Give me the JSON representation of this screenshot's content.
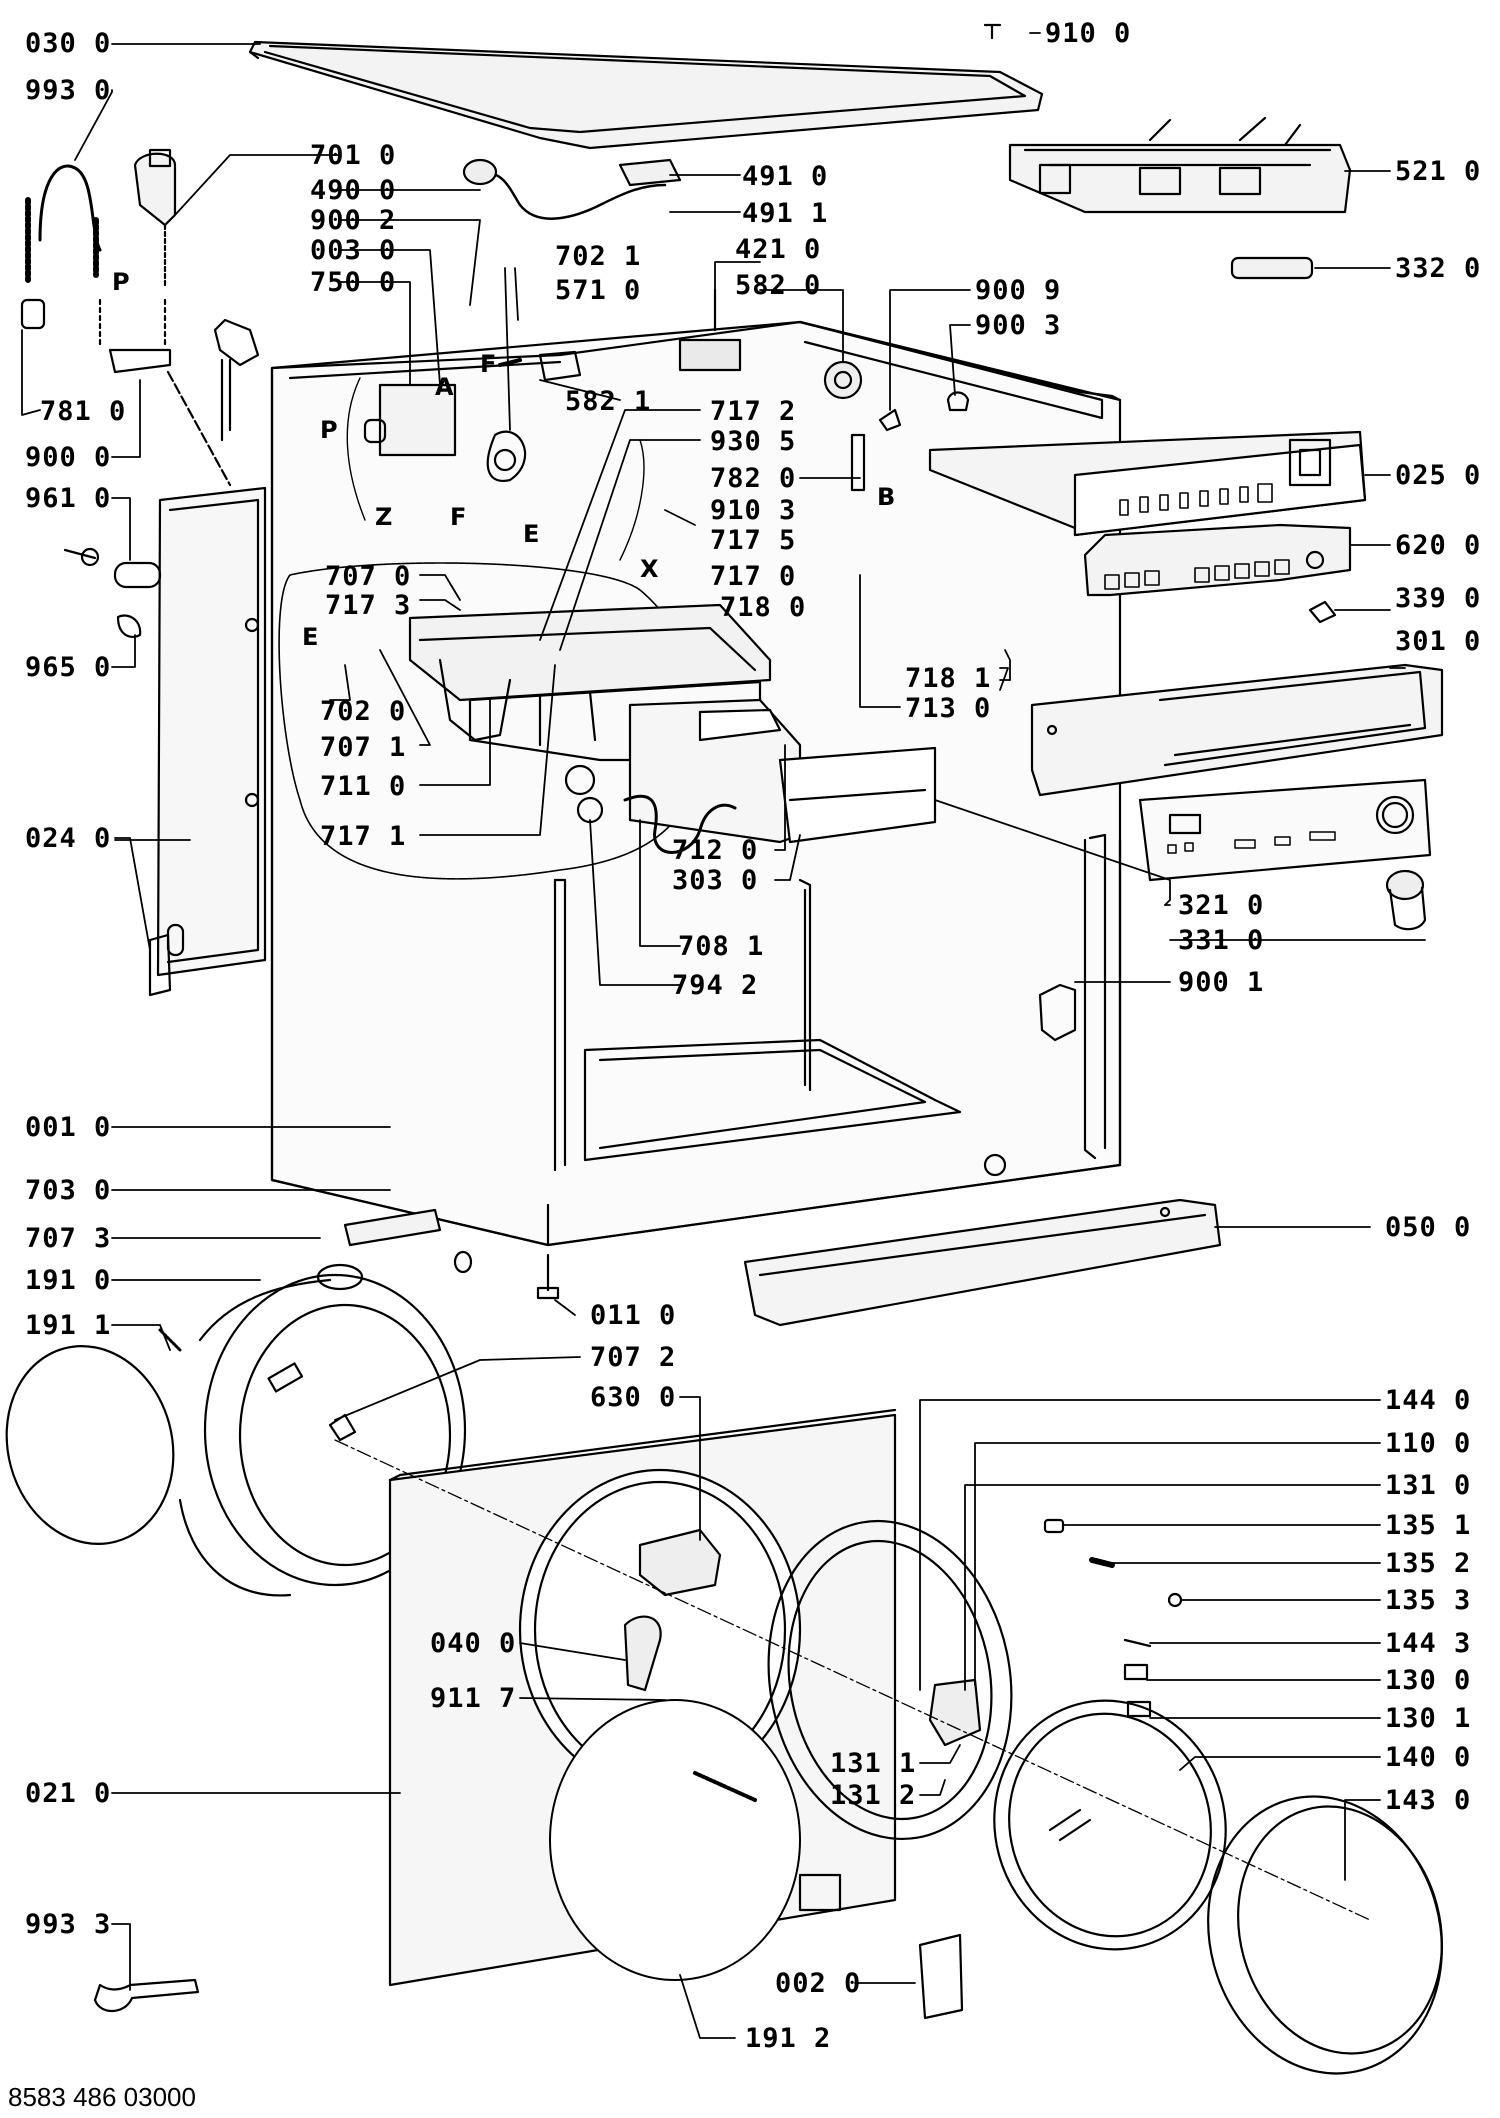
{
  "document_number": "8583 486 03000",
  "left_labels": [
    {
      "key": "030",
      "text": "030 0"
    },
    {
      "key": "993-0",
      "text": "993 0"
    },
    {
      "key": "781",
      "text": "781 0"
    },
    {
      "key": "900-0",
      "text": "900 0"
    },
    {
      "key": "961",
      "text": "961 0"
    },
    {
      "key": "965",
      "text": "965 0"
    },
    {
      "key": "024",
      "text": "024 0"
    },
    {
      "key": "001",
      "text": "001 0"
    },
    {
      "key": "703",
      "text": "703 0"
    },
    {
      "key": "707-3",
      "text": "707 3"
    },
    {
      "key": "191-0",
      "text": "191 0"
    },
    {
      "key": "191-1",
      "text": "191 1"
    },
    {
      "key": "021",
      "text": "021 0"
    },
    {
      "key": "993-3",
      "text": "993 3"
    }
  ],
  "center_labels": [
    {
      "key": "701",
      "text": "701 0"
    },
    {
      "key": "490",
      "text": "490 0"
    },
    {
      "key": "900-2",
      "text": "900 2"
    },
    {
      "key": "003",
      "text": "003 0"
    },
    {
      "key": "750",
      "text": "750 0"
    },
    {
      "key": "702-1",
      "text": "702 1"
    },
    {
      "key": "571",
      "text": "571 0"
    },
    {
      "key": "582-1",
      "text": "582 1"
    },
    {
      "key": "421",
      "text": "421 0"
    },
    {
      "key": "582-0",
      "text": "582 0"
    },
    {
      "key": "491-0",
      "text": "491 0"
    },
    {
      "key": "491-1",
      "text": "491 1"
    },
    {
      "key": "717-2",
      "text": "717 2"
    },
    {
      "key": "930-5",
      "text": "930 5"
    },
    {
      "key": "782",
      "text": "782 0"
    },
    {
      "key": "910-3",
      "text": "910 3"
    },
    {
      "key": "717-5",
      "text": "717 5"
    },
    {
      "key": "717-0",
      "text": "717 0"
    },
    {
      "key": "718-0",
      "text": "718 0"
    },
    {
      "key": "707-0",
      "text": "707 0"
    },
    {
      "key": "717-3",
      "text": "717 3"
    },
    {
      "key": "702-0",
      "text": "702 0"
    },
    {
      "key": "707-1",
      "text": "707 1"
    },
    {
      "key": "711",
      "text": "711 0"
    },
    {
      "key": "717-1",
      "text": "717 1"
    },
    {
      "key": "712",
      "text": "712 0"
    },
    {
      "key": "303",
      "text": "303 0"
    },
    {
      "key": "708",
      "text": "708 1"
    },
    {
      "key": "794",
      "text": "794 2"
    },
    {
      "key": "718-1",
      "text": "718 1"
    },
    {
      "key": "713",
      "text": "713 0"
    },
    {
      "key": "011",
      "text": "011 0"
    },
    {
      "key": "707-2",
      "text": "707 2"
    },
    {
      "key": "630",
      "text": "630 0"
    },
    {
      "key": "040",
      "text": "040 0"
    },
    {
      "key": "911",
      "text": "911 7"
    },
    {
      "key": "131-1",
      "text": "131 1"
    },
    {
      "key": "131-2",
      "text": "131 2"
    },
    {
      "key": "002",
      "text": "002 0"
    },
    {
      "key": "191-2",
      "text": "191 2"
    }
  ],
  "right_labels": [
    {
      "key": "910-0",
      "text": "910 0"
    },
    {
      "key": "521",
      "text": "521 0"
    },
    {
      "key": "332",
      "text": "332 0"
    },
    {
      "key": "900-9",
      "text": "900 9"
    },
    {
      "key": "900-3",
      "text": "900 3"
    },
    {
      "key": "025",
      "text": "025 0"
    },
    {
      "key": "620",
      "text": "620 0"
    },
    {
      "key": "339",
      "text": "339 0"
    },
    {
      "key": "301",
      "text": "301 0"
    },
    {
      "key": "321",
      "text": "321 0"
    },
    {
      "key": "331",
      "text": "331 0"
    },
    {
      "key": "900-1",
      "text": "900 1"
    },
    {
      "key": "050",
      "text": "050 0"
    },
    {
      "key": "144-0",
      "text": "144 0"
    },
    {
      "key": "110",
      "text": "110 0"
    },
    {
      "key": "131-0",
      "text": "131 0"
    },
    {
      "key": "135-1",
      "text": "135 1"
    },
    {
      "key": "135-2",
      "text": "135 2"
    },
    {
      "key": "135-3",
      "text": "135 3"
    },
    {
      "key": "144-3",
      "text": "144 3"
    },
    {
      "key": "130-0",
      "text": "130 0"
    },
    {
      "key": "130-1",
      "text": "130 1"
    },
    {
      "key": "140",
      "text": "140 0"
    },
    {
      "key": "143",
      "text": "143 0"
    }
  ],
  "connector_tags": [
    {
      "key": "P-top",
      "text": "P"
    },
    {
      "key": "P-left",
      "text": "P"
    },
    {
      "key": "A",
      "text": "A"
    },
    {
      "key": "F-top",
      "text": "F"
    },
    {
      "key": "F-low",
      "text": "F"
    },
    {
      "key": "Z",
      "text": "Z"
    },
    {
      "key": "E-right",
      "text": "E"
    },
    {
      "key": "E-left",
      "text": "E"
    },
    {
      "key": "X",
      "text": "X"
    },
    {
      "key": "B",
      "text": "B"
    }
  ]
}
